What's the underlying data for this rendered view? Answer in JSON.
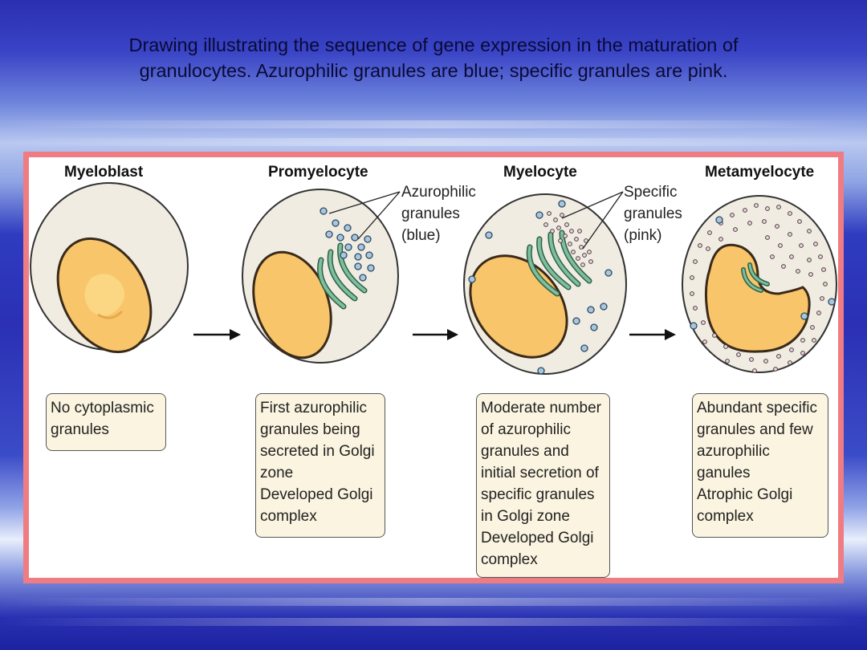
{
  "title": {
    "line1": "Drawing illustrating the sequence of gene expression in the maturation of",
    "line2": "granulocytes. Azurophilic granules are blue; specific granules are pink."
  },
  "stages": [
    {
      "name": "Myeloblast",
      "desc": [
        "No cytoplasmic",
        "granules"
      ]
    },
    {
      "name": "Promyelocyte",
      "desc": [
        "First azurophilic",
        "granules being",
        "secreted in Golgi",
        "zone",
        "Developed Golgi",
        "complex"
      ]
    },
    {
      "name": "Myelocyte",
      "desc": [
        "Moderate number",
        "of azurophilic",
        "granules and",
        "initial secretion of",
        "specific granules",
        "in Golgi zone",
        "Developed Golgi",
        "complex"
      ]
    },
    {
      "name": "Metamyelocyte",
      "desc": [
        "Abundant specific",
        "granules and few",
        "azurophilic",
        "ganules",
        "Atrophic Golgi",
        "complex"
      ]
    }
  ],
  "callouts": {
    "azurophilic": [
      "Azurophilic",
      "granules",
      "(blue)"
    ],
    "specific": [
      "Specific",
      "granules",
      "(pink)"
    ]
  },
  "colors": {
    "panel_border": "#ef7c82",
    "cytoplasm": "#f1ece2",
    "nucleus": "#f8c56a",
    "golgi": "#7cbf9a",
    "azurophilic_granule": "#a9c6dc",
    "specific_granule": "#ead7dc",
    "box_fill": "#fbf4e0"
  }
}
